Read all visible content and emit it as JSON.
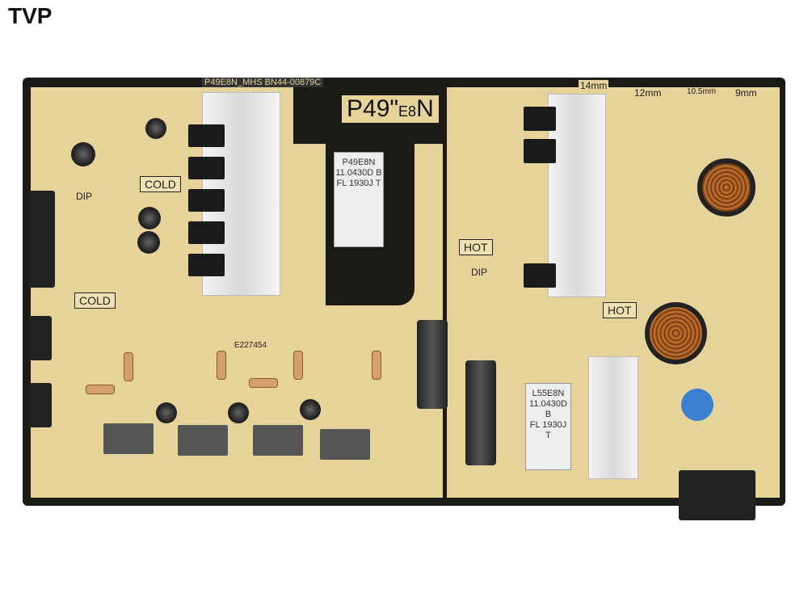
{
  "watermark": "TVP",
  "board": {
    "model_strip": "P49E8N_MHS BN44-00879C",
    "big_model_main": "P49\"",
    "big_model_sub": "E8",
    "big_model_end": "N",
    "mm_marks": [
      "14mm",
      "12mm",
      "10.5mm",
      "9mm"
    ],
    "cold_label": "COLD",
    "cold_label_2": "COLD",
    "hot_label": "HOT",
    "hot_label_2": "HOT",
    "dip_label": "DIP",
    "dip_label_2": "DIP",
    "ul_number": "E227454",
    "transformer_main": [
      "P49E8N",
      "11.0430D B",
      "FL 1930J T"
    ],
    "transformer_small": [
      "L55E8N",
      "11.0430D B",
      "FL 1930J T"
    ]
  },
  "colors": {
    "pcb": "#e6d39a",
    "board_edge": "#1c1a17",
    "heatsink": "#e8e8e8"
  }
}
